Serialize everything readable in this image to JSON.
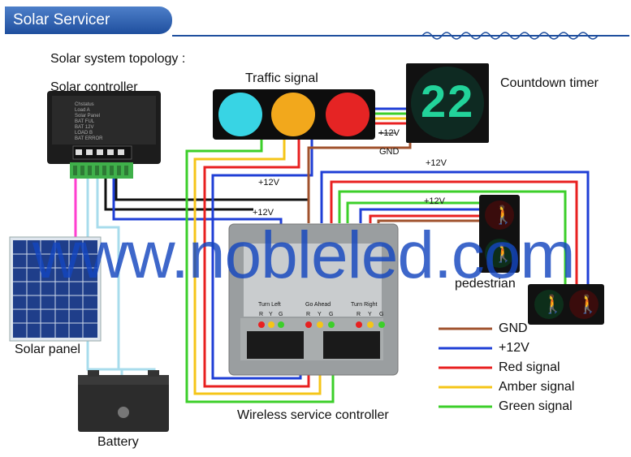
{
  "header": {
    "title": "Solar Servicer Connecting"
  },
  "topology": {
    "heading": "Solar system topology :"
  },
  "components": {
    "solar_controller": "Solar controller",
    "traffic_signal": "Traffic signal",
    "countdown_timer": "Countdown timer",
    "countdown_value": "22",
    "solar_panel": "Solar panel",
    "battery": "Battery",
    "pedestrian": "pedestrian",
    "wireless_controller": "Wireless service controller"
  },
  "controller_panel": {
    "screen_lines": [
      "Chstatus",
      "Load A",
      "Solar Panel",
      "BAT FUL",
      "BAT 12V",
      "LOAD B",
      "BAT ERROR"
    ],
    "groups": [
      "Turn Left",
      "Go Ahead",
      "Turn Right"
    ],
    "terminal_letters": [
      "R",
      "Y",
      "G"
    ]
  },
  "wire_labels": {
    "plus12v_a": "+12V",
    "plus12v_b": "+12V",
    "plus12v_c": "+12V",
    "plus12v_d": "+12V",
    "plus12v_e": "+12V",
    "gnd": "GND"
  },
  "legend": [
    {
      "label": "GND",
      "color": "#a0522d"
    },
    {
      "label": "+12V",
      "color": "#1f3fd6"
    },
    {
      "label": "Red signal",
      "color": "#e82020"
    },
    {
      "label": "Amber signal",
      "color": "#f5c518"
    },
    {
      "label": "Green signal",
      "color": "#3ccf2a"
    }
  ],
  "watermark": "www.nobleled.com",
  "colors": {
    "accent": "#1f4f9e",
    "gnd": "#a0522d",
    "power": "#1f3fd6",
    "red": "#e82020",
    "amber": "#f5c518",
    "green": "#3ccf2a",
    "pink": "#ff3fd0",
    "lightblue": "#a8dcec"
  }
}
